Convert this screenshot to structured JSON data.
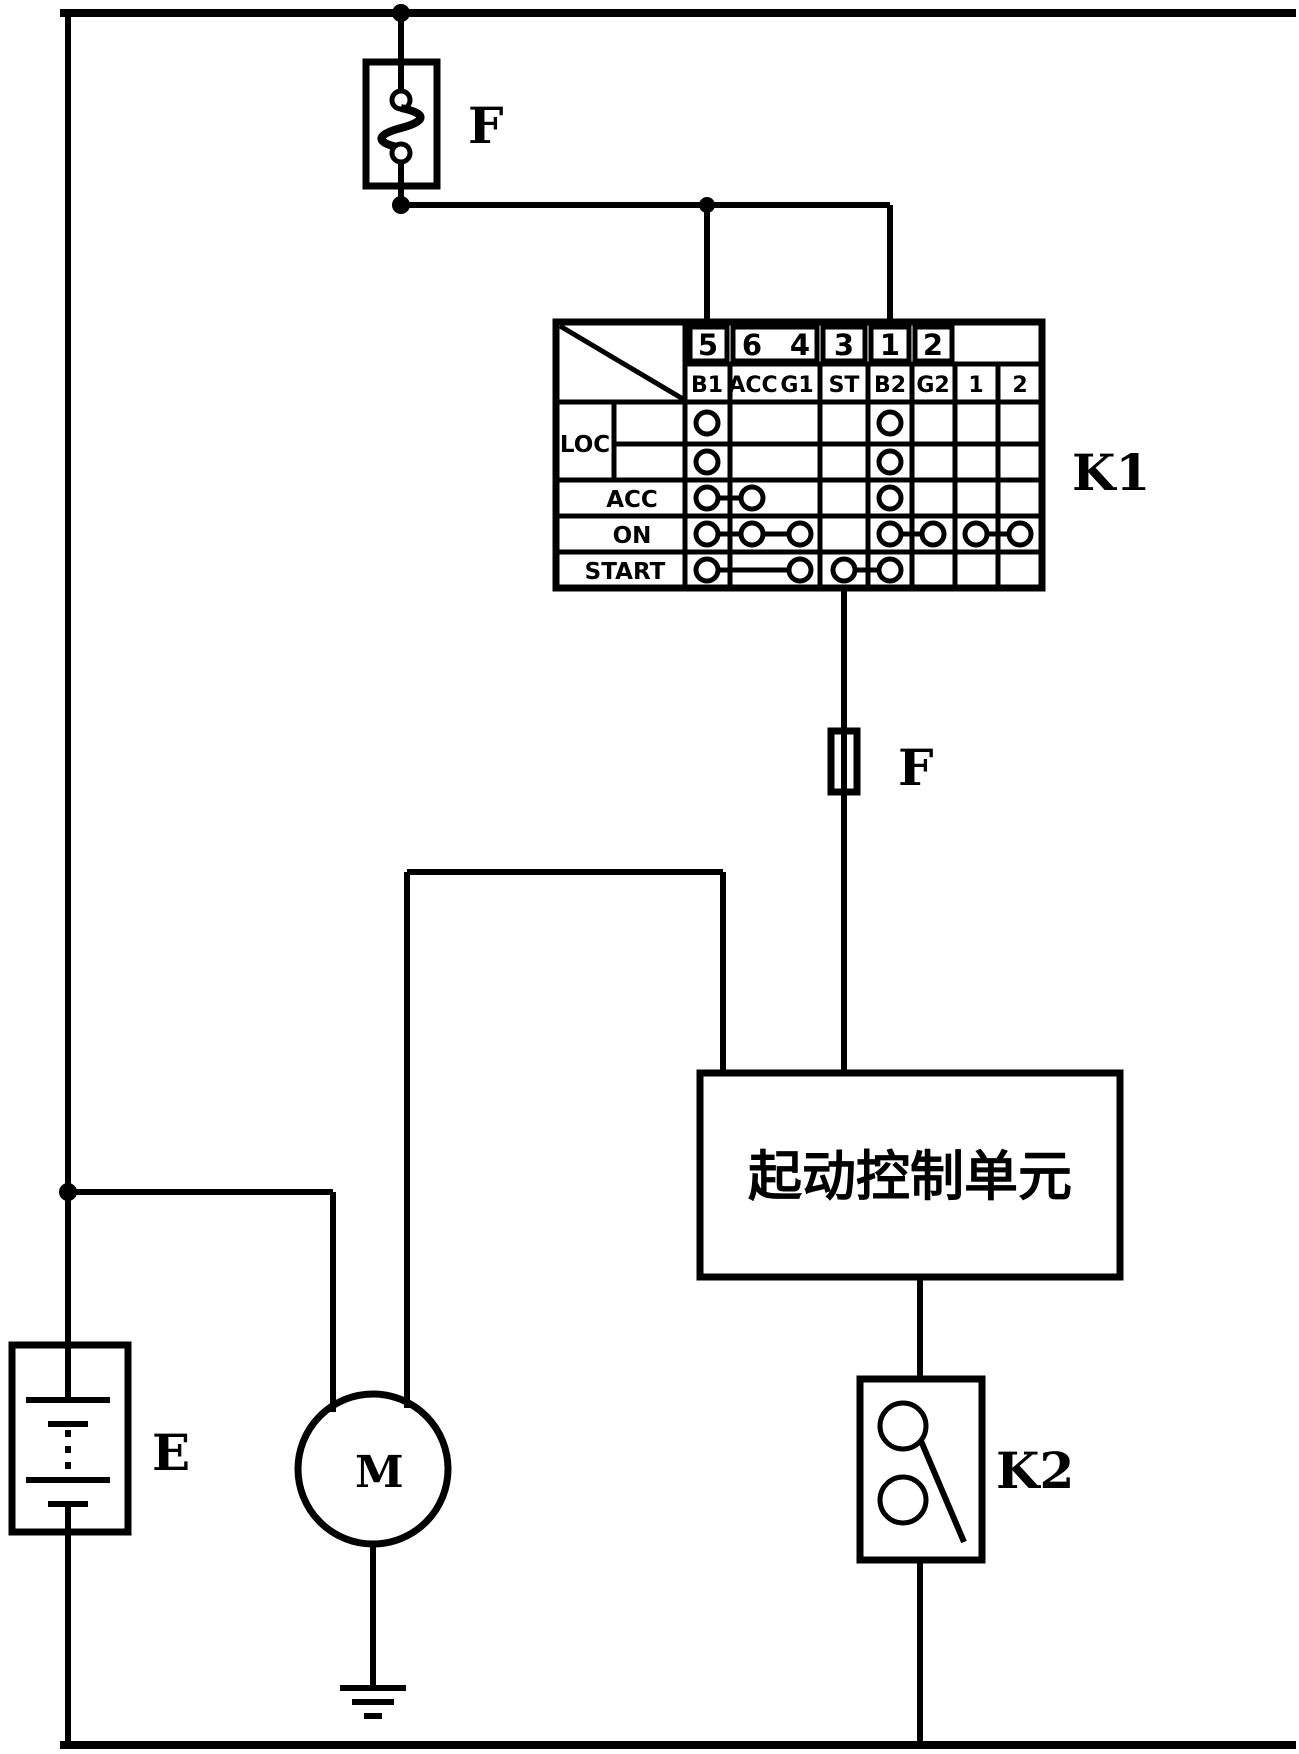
{
  "diagram_title": "",
  "components": {
    "fuse_top": {
      "label": "F",
      "type": "fuse"
    },
    "ignition_switch": {
      "label": "K1",
      "type": "ignition-switch-contact-table"
    },
    "fuse_mid": {
      "label": "F",
      "type": "fuse"
    },
    "control_unit": {
      "label": "起动控制单元",
      "type": "start-control-unit"
    },
    "relay": {
      "label": "K2",
      "type": "relay"
    },
    "battery": {
      "label": "E",
      "type": "battery"
    },
    "motor": {
      "label": "M",
      "type": "starter-motor"
    }
  },
  "k1_table": {
    "pin_numbers": [
      "5",
      "6",
      "4",
      "3",
      "1",
      "2"
    ],
    "terminal_labels": [
      "B1",
      "ACC",
      "G1",
      "ST",
      "B2",
      "G2",
      "1",
      "2"
    ],
    "position_labels": [
      "LOC",
      "ACC",
      "ON",
      "START"
    ],
    "contact_matrix": [
      {
        "position": "LOC",
        "subrow": 1,
        "contacts": [
          "B1",
          "B2"
        ],
        "bridges": []
      },
      {
        "position": "LOC",
        "subrow": 2,
        "contacts": [
          "B1",
          "B2"
        ],
        "bridges": []
      },
      {
        "position": "ACC",
        "contacts": [
          "B1",
          "ACC",
          "B2"
        ],
        "bridges": [
          [
            "B1",
            "ACC"
          ]
        ]
      },
      {
        "position": "ON",
        "contacts": [
          "B1",
          "ACC",
          "G1",
          "B2",
          "G2",
          "1",
          "2"
        ],
        "bridges": [
          [
            "B1",
            "ACC",
            "G1"
          ],
          [
            "B2",
            "G2"
          ],
          [
            "1",
            "2"
          ]
        ]
      },
      {
        "position": "START",
        "contacts": [
          "B1",
          "G1",
          "ST",
          "B2"
        ],
        "bridges": [
          [
            "B1",
            "G1"
          ],
          [
            "ST",
            "B2"
          ]
        ]
      }
    ]
  },
  "colors": {
    "line": "#000000",
    "background": "#ffffff"
  }
}
